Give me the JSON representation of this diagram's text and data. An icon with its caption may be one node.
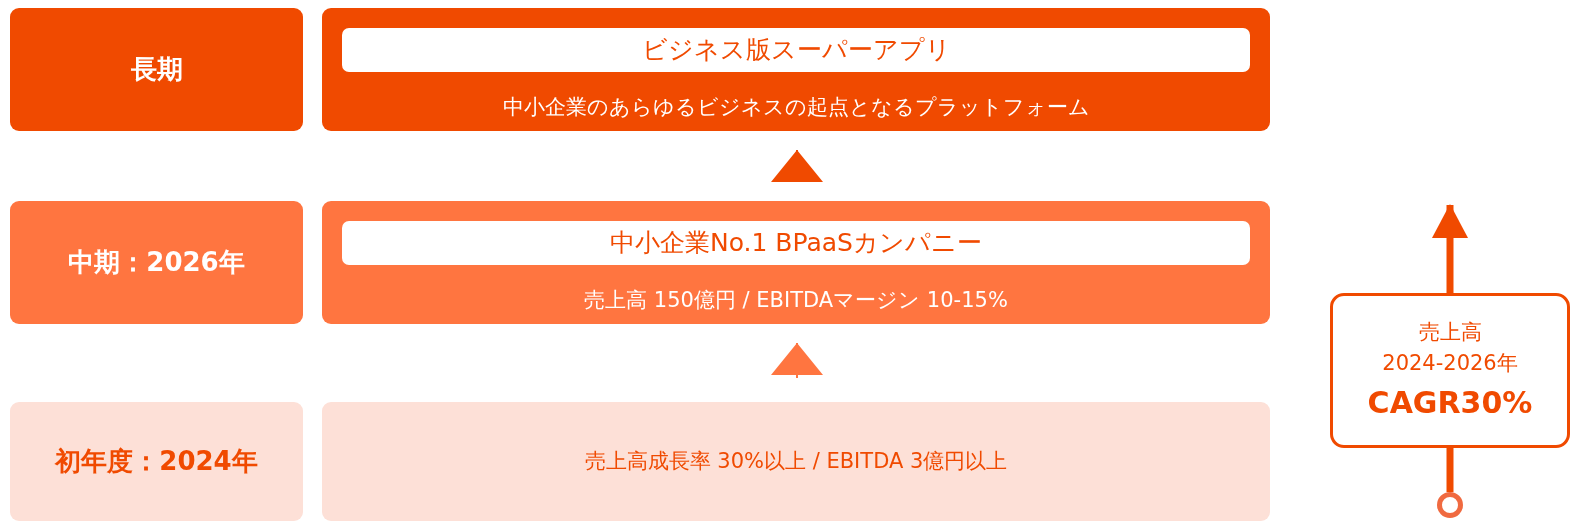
{
  "diagram": {
    "nodes": [
      {
        "text": [
          "長期"
        ]
      },
      {
        "text": [
          "中小企業のあらゆるビジネスの起点となるプラットフォーム"
        ]
      },
      {
        "text": [
          "ビジネス版スーパーアプリ"
        ],
        "in": 1
      },
      {
        "text": [
          "中期：2026年"
        ]
      },
      {
        "text": [
          "売上高 150億円 / EBITDAマージン 10-15%"
        ]
      },
      {
        "text": [
          "中小企業No.1 BPaaSカンパニー"
        ],
        "in": 4
      },
      {
        "text": [
          "初年度：2024年"
        ]
      },
      {
        "text": [
          "売上高成長率 30%以上 / EBITDA 3億円以上"
        ]
      },
      {
        "text": [
          "売上高",
          "2024-2026年",
          "CAGR30%"
        ]
      },
      {
        "text": [],
        "shape": "circle"
      }
    ],
    "edges": [
      {
        "from": 7,
        "to": 4,
        "arrow": "to",
        "color": "#ff7540"
      },
      {
        "from": 4,
        "to": 1,
        "arrow": "to"
      },
      {
        "from": 9,
        "to": 8,
        "arrow": "none",
        "style": "thick"
      },
      {
        "from": 8,
        "to": null,
        "arrow": "to",
        "style": "thick"
      }
    ]
  }
}
